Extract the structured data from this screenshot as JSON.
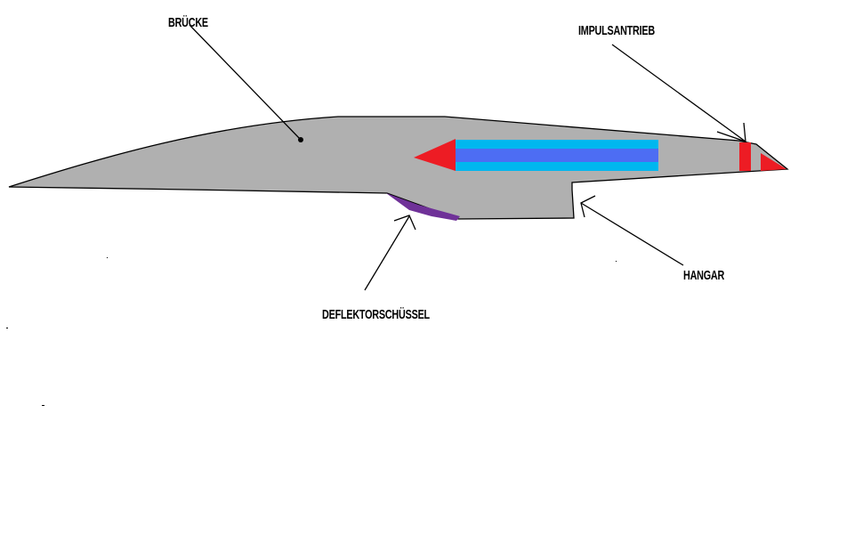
{
  "labels": {
    "bridge": "BRÜCKE",
    "impulse_drive": "IMPULSANTRIEB",
    "hangar": "HANGAR",
    "deflector_dish": "DEFLEKTORSCHÜSSEL"
  },
  "colors": {
    "hull": "#b0b0b0",
    "red": "#ed1c24",
    "cyan": "#00b7ef",
    "blue": "#4d6df3",
    "purple": "#6f3198"
  }
}
